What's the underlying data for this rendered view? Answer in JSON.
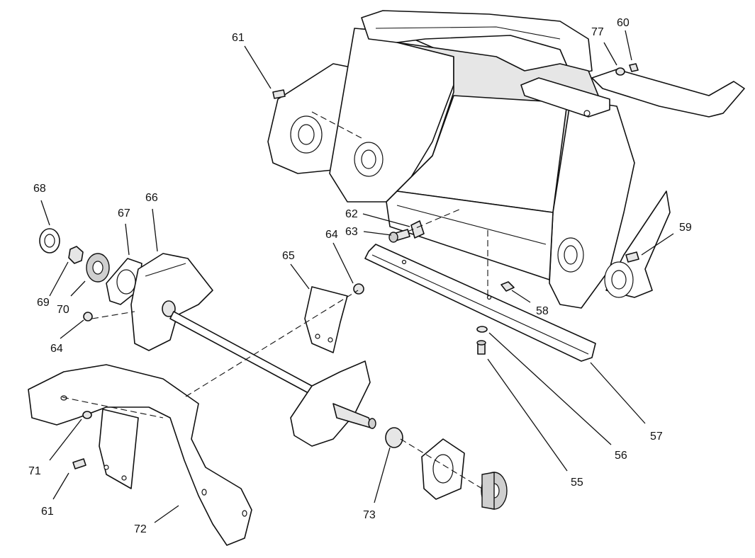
{
  "callouts": [
    {
      "id": "c61a",
      "text": "61"
    },
    {
      "id": "c77",
      "text": "77"
    },
    {
      "id": "c60",
      "text": "60"
    },
    {
      "id": "c68",
      "text": "68"
    },
    {
      "id": "c67",
      "text": "67"
    },
    {
      "id": "c66",
      "text": "66"
    },
    {
      "id": "c62",
      "text": "62"
    },
    {
      "id": "c63",
      "text": "63"
    },
    {
      "id": "c64a",
      "text": "64"
    },
    {
      "id": "c65",
      "text": "65"
    },
    {
      "id": "c59",
      "text": "59"
    },
    {
      "id": "c69",
      "text": "69"
    },
    {
      "id": "c70",
      "text": "70"
    },
    {
      "id": "c64b",
      "text": "64"
    },
    {
      "id": "c58",
      "text": "58"
    },
    {
      "id": "c57",
      "text": "57"
    },
    {
      "id": "c56",
      "text": "56"
    },
    {
      "id": "c55",
      "text": "55"
    },
    {
      "id": "c71",
      "text": "71"
    },
    {
      "id": "c61b",
      "text": "61"
    },
    {
      "id": "c73",
      "text": "73"
    },
    {
      "id": "c72",
      "text": "72"
    }
  ]
}
